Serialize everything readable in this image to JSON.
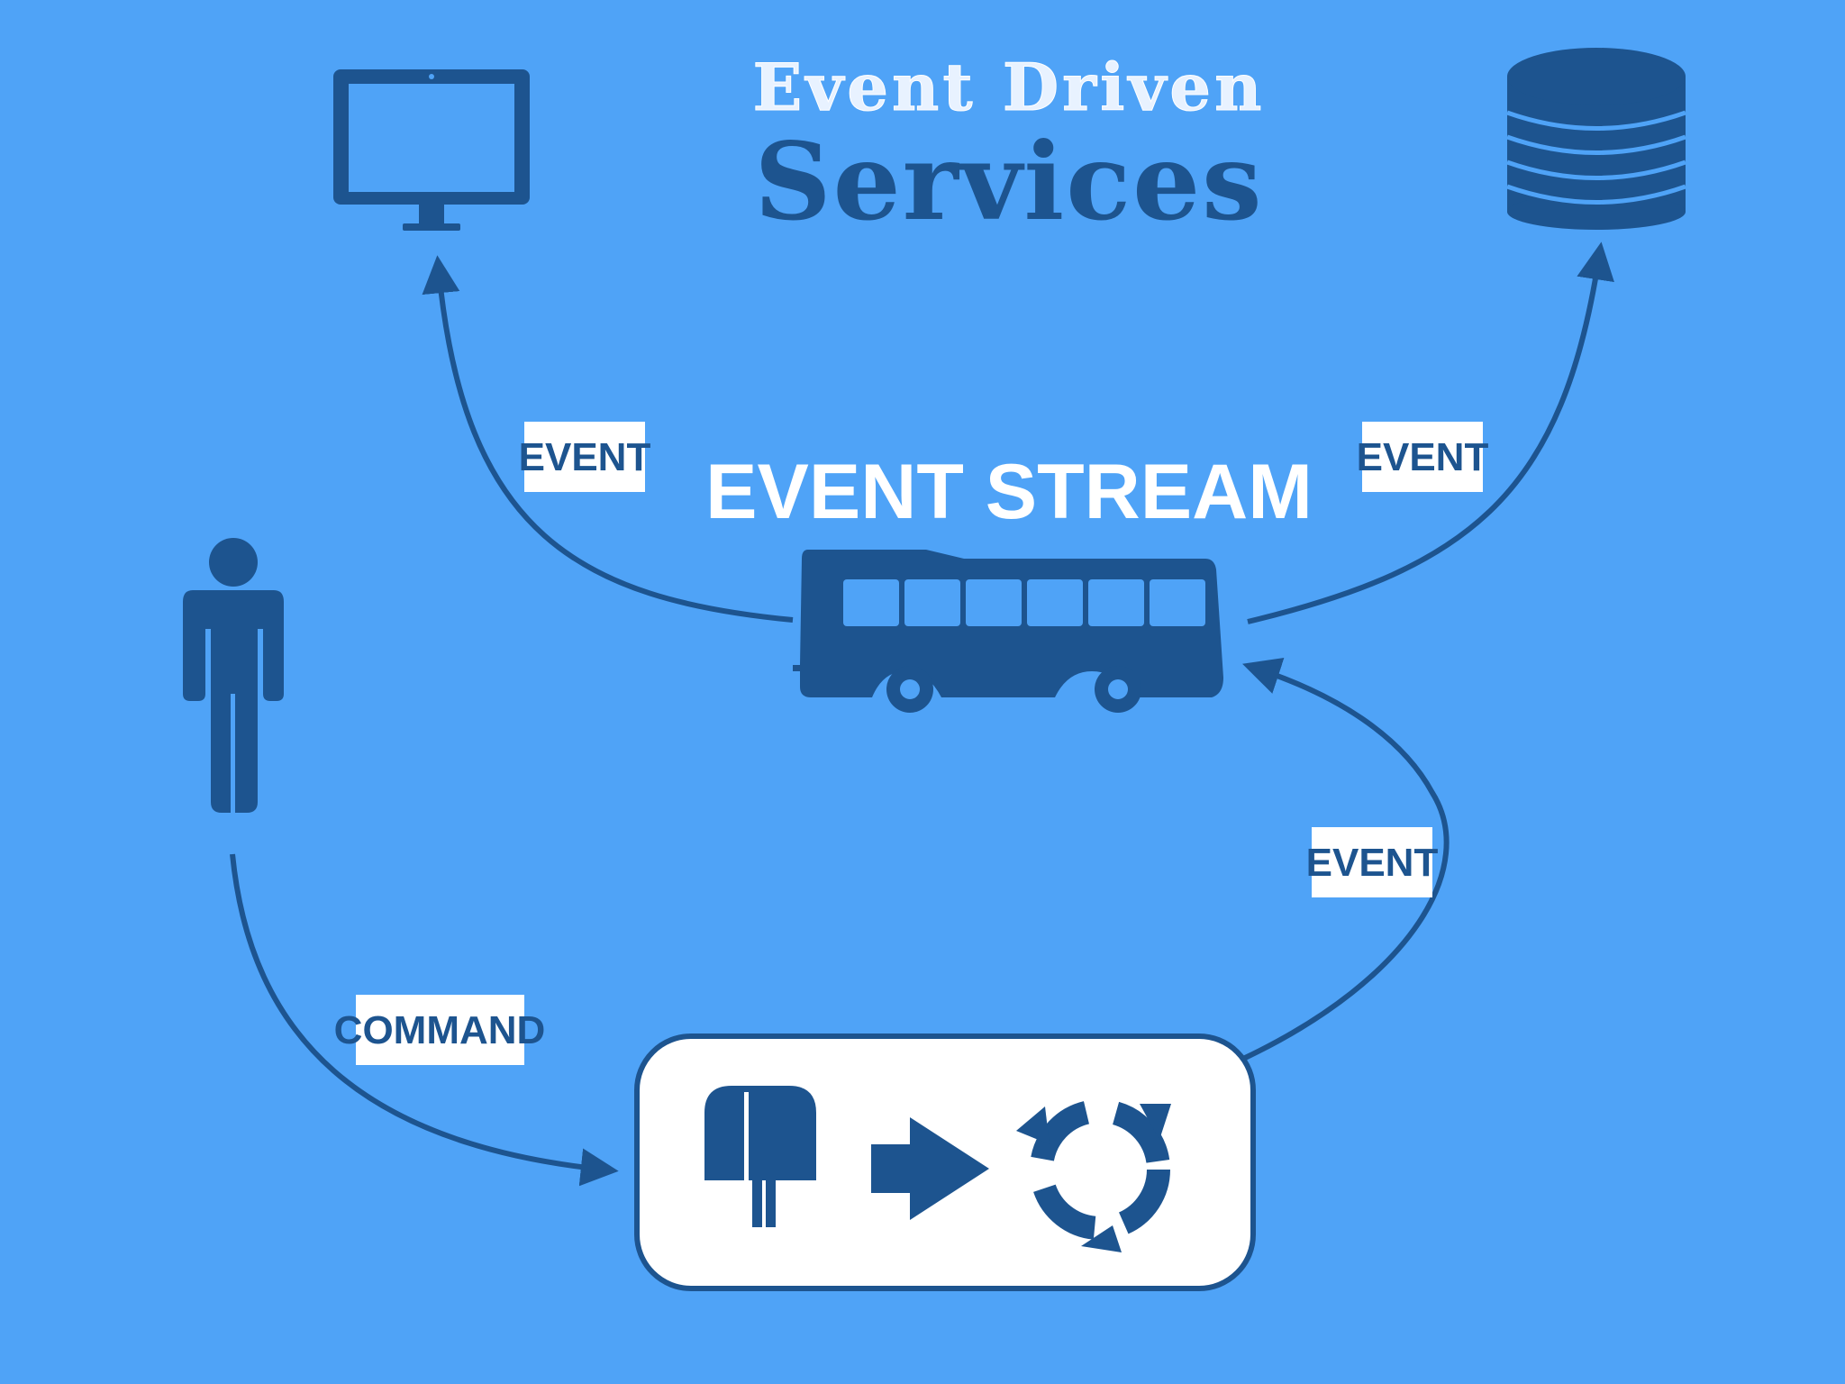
{
  "title": {
    "line1": "Event Driven",
    "line2": "Services"
  },
  "event_stream": {
    "label": "EVENT STREAM"
  },
  "edges": [
    {
      "from": "event-stream",
      "to": "display-client",
      "label": "EVENT"
    },
    {
      "from": "event-stream",
      "to": "database",
      "label": "EVENT"
    },
    {
      "from": "service",
      "to": "event-stream",
      "label": "EVENT"
    },
    {
      "from": "user",
      "to": "service",
      "label": "COMMAND"
    }
  ],
  "nodes": {
    "display_client": {
      "icon": "monitor-icon"
    },
    "database": {
      "icon": "database-icon"
    },
    "user": {
      "icon": "person-icon"
    },
    "event_stream": {
      "icon": "bus-icon"
    },
    "service": {
      "icons": [
        "mailbox-icon",
        "arrow-right-icon",
        "cycle-icon"
      ]
    }
  },
  "colors": {
    "background": "#4fa3f7",
    "primary": "#1d548f",
    "label_box": "#ffffff"
  }
}
